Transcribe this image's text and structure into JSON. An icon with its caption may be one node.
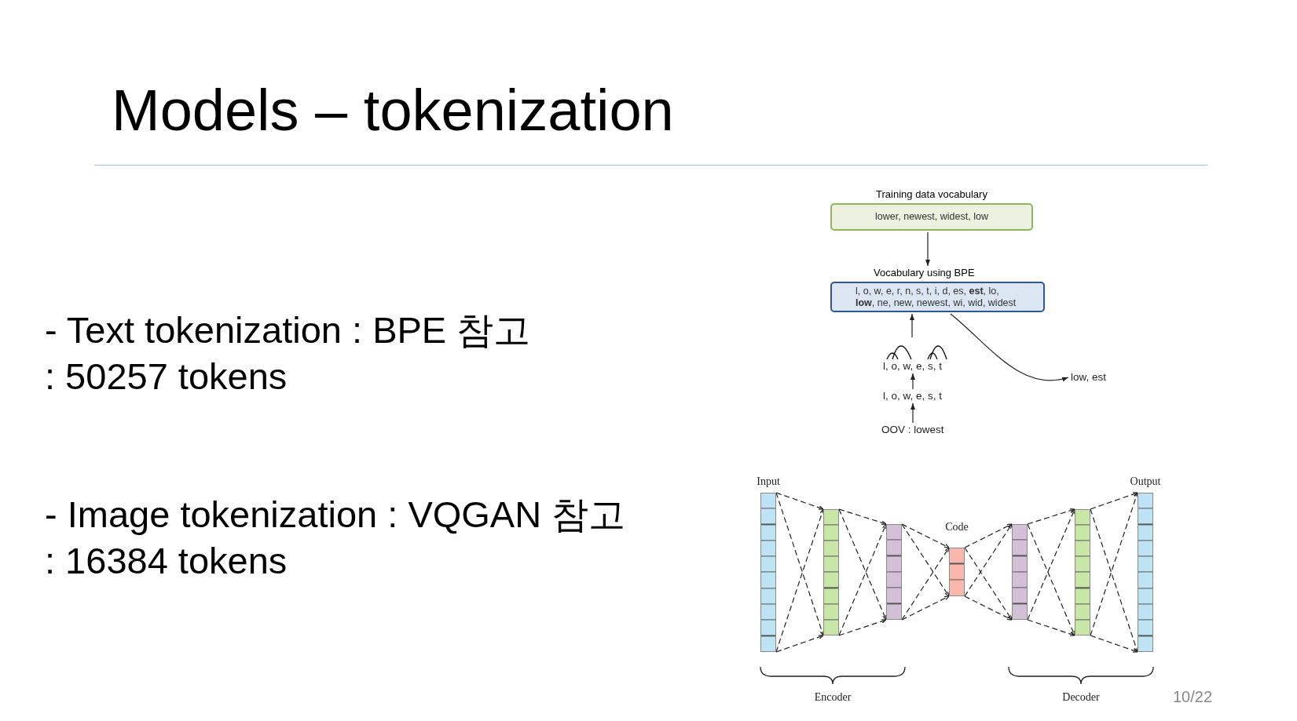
{
  "diagram": {
    "title": "Models – tokenization",
    "nodes": [
      {
        "text": [
          "Training data vocabulary",
          "lower, newest, widest, low"
        ]
      },
      {
        "text": [
          "Vocabulary using BPE",
          "l, o, w, e, r, n, s, t, i, d, es, **est**, lo, **low**, ne, new, newest, wi, wid, widest"
        ]
      },
      {
        "text": [
          "l, o, w, e, s, t"
        ]
      },
      {
        "text": [
          "l, o, w, e, s, t"
        ]
      },
      {
        "text": [
          "OOV : lowest"
        ]
      },
      {
        "text": [
          "low, est"
        ]
      },
      {
        "text": [
          "Input"
        ]
      },
      {
        "text": [],
        "shape": "bar"
      },
      {
        "text": [],
        "shape": "bar"
      },
      {
        "text": [
          "Code"
        ]
      },
      {
        "text": [],
        "shape": "bar"
      },
      {
        "text": [],
        "shape": "bar"
      },
      {
        "text": [
          "Output"
        ]
      }
    ],
    "edges": [
      {
        "from": 0,
        "to": 1,
        "arrow": "to"
      },
      {
        "from": 2,
        "to": 1,
        "arrow": "to"
      },
      {
        "from": 3,
        "to": 2,
        "arrow": "to"
      },
      {
        "from": 4,
        "to": 3,
        "arrow": "to"
      },
      {
        "from": 1,
        "to": 5,
        "arrow": "to"
      },
      {
        "from": 6,
        "to": 7,
        "arrow": "to",
        "style": "dashed"
      },
      {
        "from": 6,
        "to": 7,
        "arrow": "to",
        "style": "dashed"
      },
      {
        "from": 6,
        "to": 7,
        "arrow": "to",
        "style": "dashed"
      },
      {
        "from": 6,
        "to": 7,
        "arrow": "to",
        "style": "dashed"
      },
      {
        "from": 7,
        "to": 8,
        "arrow": "to",
        "style": "dashed"
      },
      {
        "from": 7,
        "to": 8,
        "arrow": "to",
        "style": "dashed"
      },
      {
        "from": 7,
        "to": 8,
        "arrow": "to",
        "style": "dashed"
      },
      {
        "from": 7,
        "to": 8,
        "arrow": "to",
        "style": "dashed"
      },
      {
        "from": 8,
        "to": 9,
        "arrow": "to",
        "style": "dashed"
      },
      {
        "from": 8,
        "to": 9,
        "arrow": "to",
        "style": "dashed"
      },
      {
        "from": 8,
        "to": 9,
        "arrow": "to",
        "style": "dashed"
      },
      {
        "from": 8,
        "to": 9,
        "arrow": "to",
        "style": "dashed"
      },
      {
        "from": 9,
        "to": 10,
        "arrow": "to",
        "style": "dashed"
      },
      {
        "from": 9,
        "to": 10,
        "arrow": "to",
        "style": "dashed"
      },
      {
        "from": 9,
        "to": 10,
        "arrow": "to",
        "style": "dashed"
      },
      {
        "from": 9,
        "to": 10,
        "arrow": "to",
        "style": "dashed"
      },
      {
        "from": 10,
        "to": 11,
        "arrow": "to",
        "style": "dashed"
      },
      {
        "from": 10,
        "to": 11,
        "arrow": "to",
        "style": "dashed"
      },
      {
        "from": 10,
        "to": 11,
        "arrow": "to",
        "style": "dashed"
      },
      {
        "from": 10,
        "to": 11,
        "arrow": "to",
        "style": "dashed"
      },
      {
        "from": 11,
        "to": 12,
        "arrow": "to",
        "style": "dashed"
      },
      {
        "from": 11,
        "to": 12,
        "arrow": "to",
        "style": "dashed"
      },
      {
        "from": 11,
        "to": 12,
        "arrow": "to",
        "style": "dashed"
      },
      {
        "from": 11,
        "to": 12,
        "arrow": "to",
        "style": "dashed"
      }
    ],
    "labels": [
      "- Text tokenization : BPE 참고",
      ": 50257 tokens",
      "- Image tokenization : VQGAN 참고",
      ": 16384 tokens",
      "Encoder",
      "Decoder",
      "10/22"
    ]
  }
}
